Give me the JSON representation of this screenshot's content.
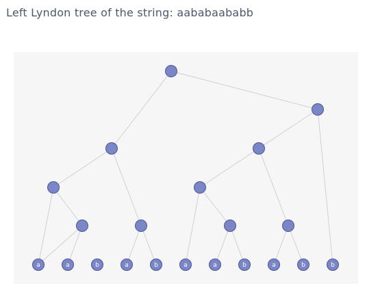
{
  "title": "Left Lyndon tree of the string: aababaababb",
  "colors": {
    "panel_background": "#f6f6f6",
    "node_fill": "#7b86c6",
    "node_stroke": "#4a5599",
    "edge": "#d0d0d0",
    "title_text": "#4a5a6a",
    "leaf_text": "#ffffff"
  },
  "tree": {
    "leaves": [
      "a",
      "a",
      "b",
      "a",
      "b",
      "a",
      "a",
      "b",
      "a",
      "b",
      "b"
    ],
    "internal_nodes": [
      {
        "id": "n1",
        "children": [
          "L0",
          "L1"
        ]
      },
      {
        "id": "n2",
        "children": [
          "L0",
          "n1"
        ]
      },
      {
        "id": "n3",
        "children": [
          "L3",
          "L4"
        ]
      },
      {
        "id": "n4",
        "children": [
          "n2",
          "n3"
        ]
      },
      {
        "id": "n5",
        "children": [
          "L6",
          "L7"
        ]
      },
      {
        "id": "n6",
        "children": [
          "L5",
          "n5"
        ]
      },
      {
        "id": "n7",
        "children": [
          "L8",
          "L9"
        ]
      },
      {
        "id": "n8",
        "children": [
          "n6",
          "n7"
        ]
      },
      {
        "id": "n9",
        "children": [
          "n8",
          "L10"
        ]
      },
      {
        "id": "root",
        "children": [
          "n4",
          "n9"
        ]
      }
    ]
  }
}
